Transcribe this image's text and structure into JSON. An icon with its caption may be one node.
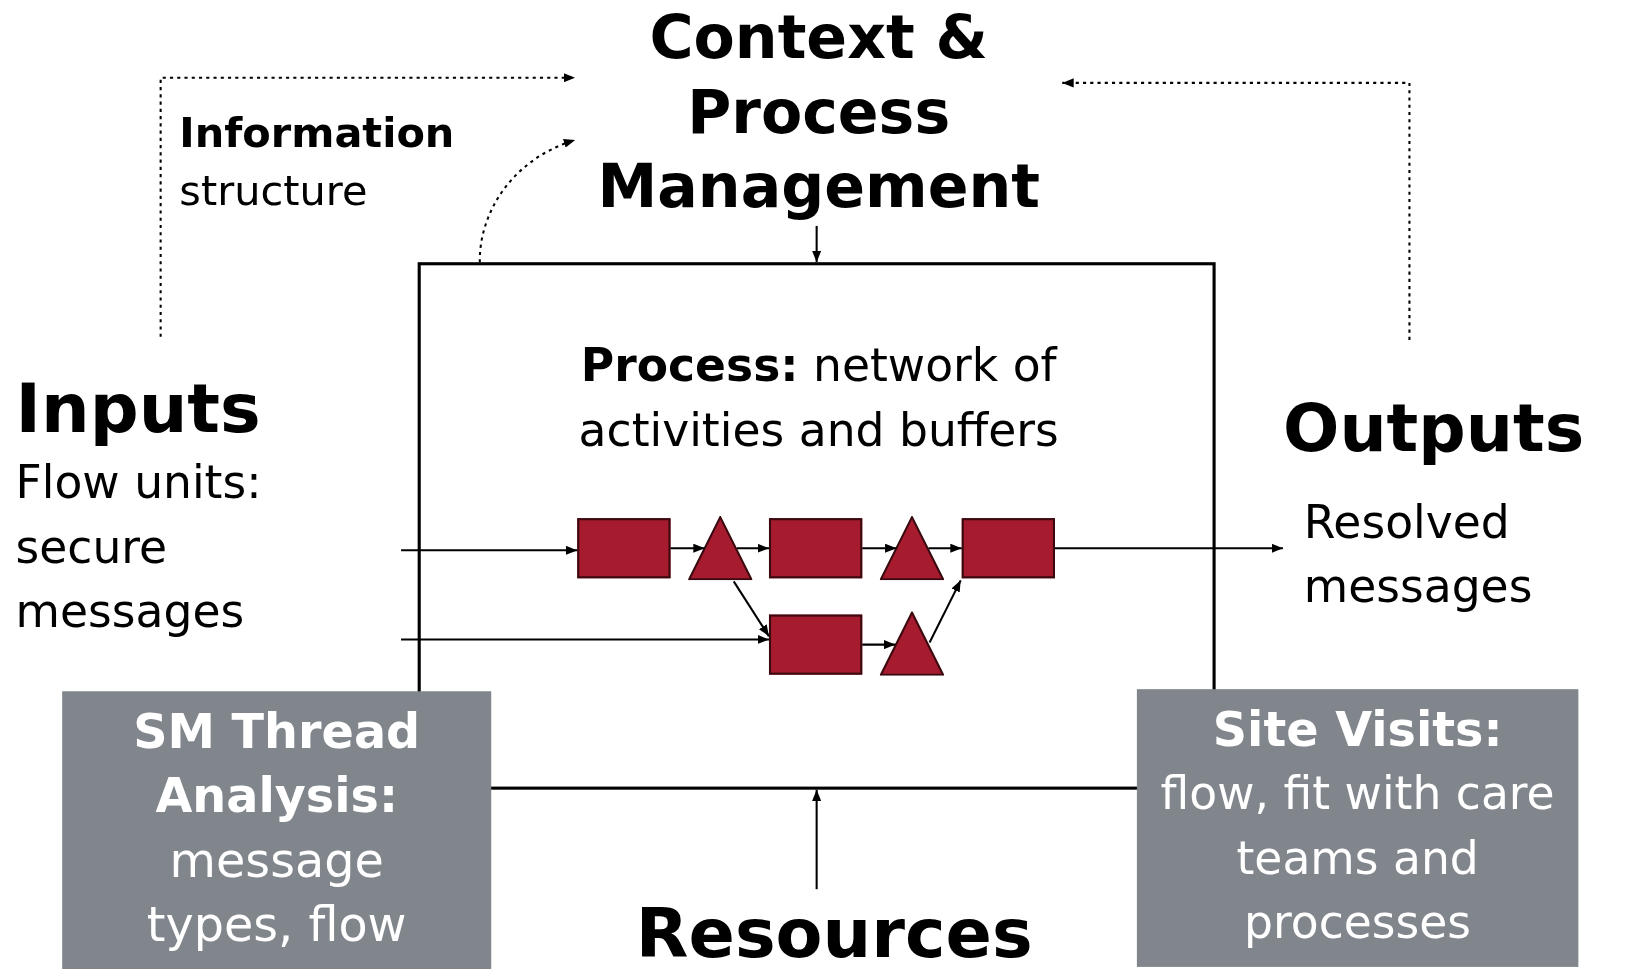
{
  "diagram": {
    "nodes": [
      {
        "text": [
          "Context & Process Management"
        ]
      },
      {
        "text": [
          "**Information** structure"
        ]
      },
      {
        "text": [
          "Inputs",
          "Flow units: secure messages"
        ]
      },
      {
        "text": [
          "**Process:** network of activities and buffers"
        ]
      },
      {
        "text": [],
        "shape": "box",
        "in": 3
      },
      {
        "text": [],
        "shape": "triangle",
        "in": 3
      },
      {
        "text": [],
        "shape": "box",
        "in": 3
      },
      {
        "text": [],
        "shape": "triangle",
        "in": 3
      },
      {
        "text": [],
        "shape": "box",
        "in": 3
      },
      {
        "text": [],
        "shape": "box",
        "in": 3
      },
      {
        "text": [],
        "shape": "triangle",
        "in": 3
      },
      {
        "text": [
          "Outputs",
          "Resolved messages"
        ]
      },
      {
        "text": [
          "SM Thread Analysis:",
          "message types, flow"
        ]
      },
      {
        "text": [
          "Site Visits:",
          "flow, fit with care teams and processes"
        ]
      },
      {
        "text": [
          "Resources"
        ]
      }
    ],
    "edges": [
      {
        "from": 2,
        "to": 0,
        "arrow": "to",
        "style": "dashed"
      },
      {
        "from": 3,
        "to": 0,
        "arrow": "to",
        "style": "dashed"
      },
      {
        "from": 11,
        "to": 0,
        "arrow": "to",
        "style": "dashed"
      },
      {
        "from": 0,
        "to": 3,
        "arrow": "to"
      },
      {
        "from": 14,
        "to": 3,
        "arrow": "to"
      },
      {
        "from": null,
        "to": 4,
        "arrow": "to"
      },
      {
        "from": null,
        "to": 9,
        "arrow": "to"
      },
      {
        "from": 4,
        "to": 5,
        "arrow": "to"
      },
      {
        "from": 5,
        "to": 6,
        "arrow": "to"
      },
      {
        "from": 6,
        "to": 7,
        "arrow": "to"
      },
      {
        "from": 7,
        "to": 8,
        "arrow": "to"
      },
      {
        "from": 5,
        "to": 9,
        "arrow": "to"
      },
      {
        "from": 9,
        "to": 10,
        "arrow": "to"
      },
      {
        "from": 10,
        "to": 8,
        "arrow": "to"
      },
      {
        "from": 8,
        "to": 11,
        "arrow": "to"
      }
    ]
  }
}
